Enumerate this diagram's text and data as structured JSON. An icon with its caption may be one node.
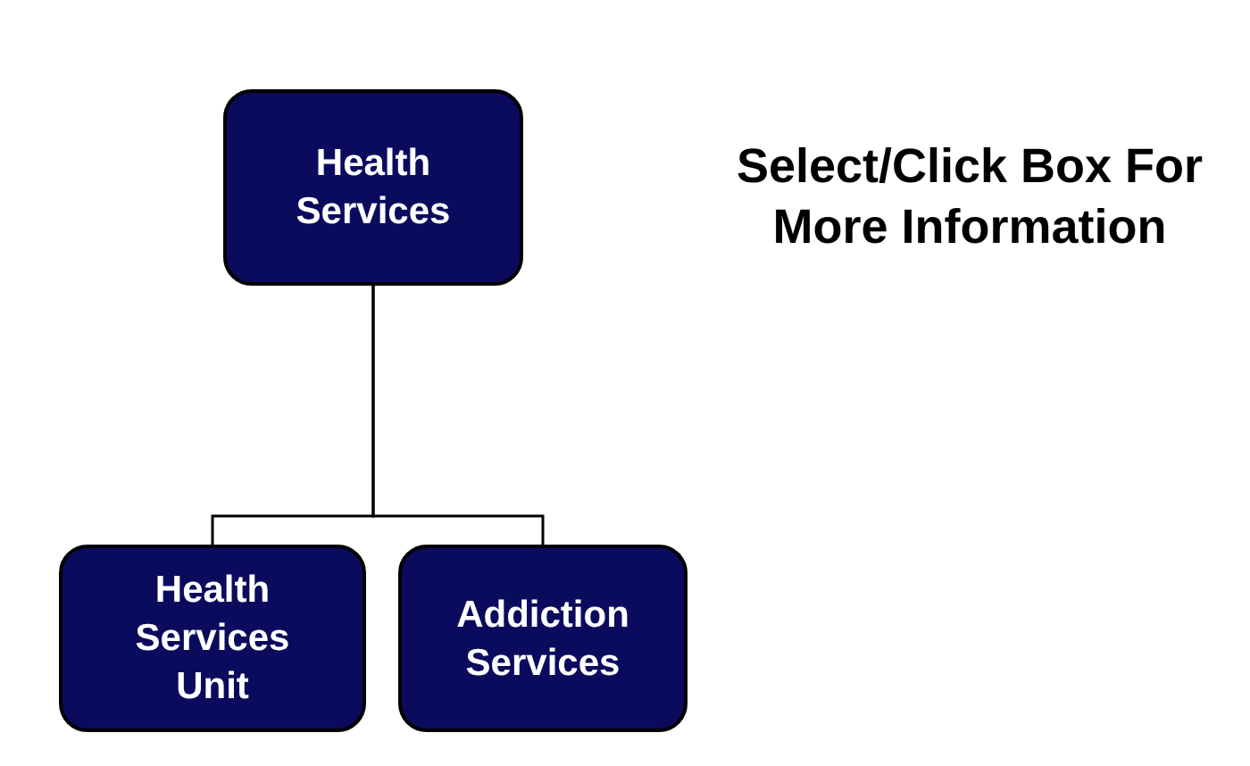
{
  "diagram": {
    "nodes": [
      {
        "text": [
          "Health Services"
        ]
      },
      {
        "text": [
          "Health Services Unit"
        ]
      },
      {
        "text": [
          "Addiction Services"
        ]
      }
    ],
    "edges": [
      {
        "from": 0,
        "to": 1,
        "arrow": "none"
      },
      {
        "from": 0,
        "to": 2,
        "arrow": "none"
      }
    ],
    "labels": [
      "Select/Click Box For More Information"
    ]
  }
}
